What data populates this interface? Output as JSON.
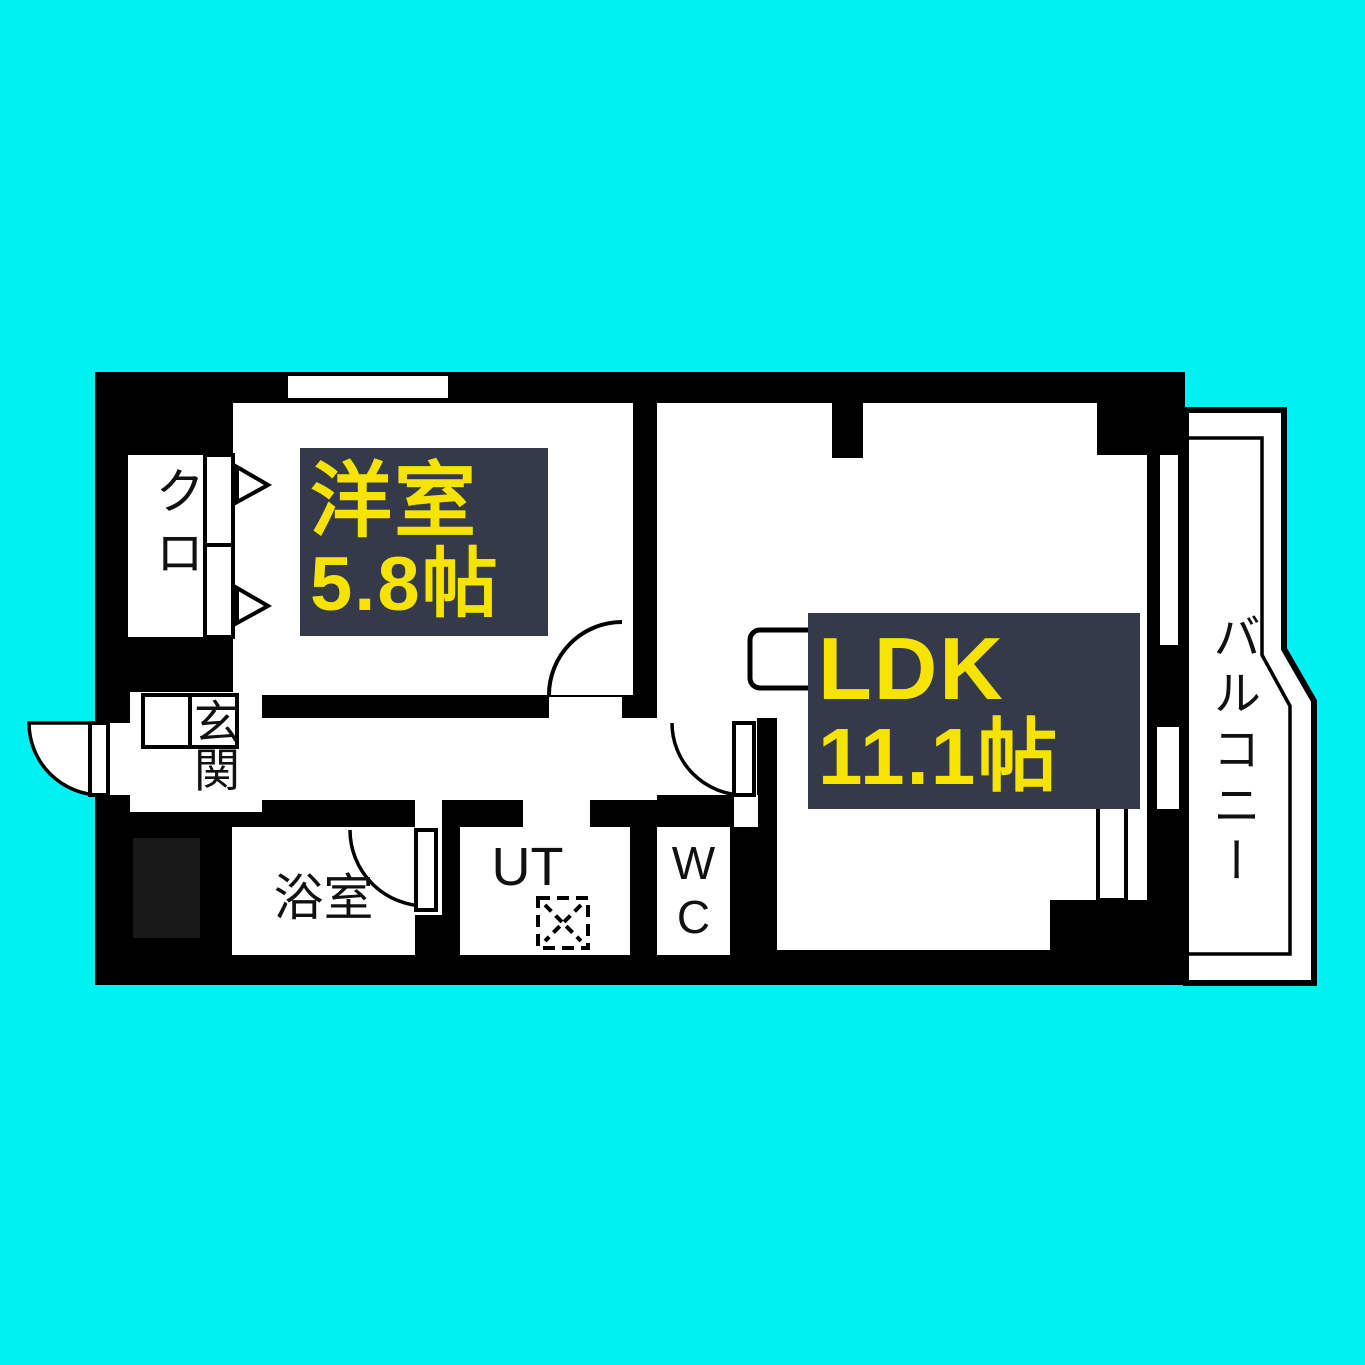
{
  "plan": {
    "type": "apartment-floorplan",
    "rooms": {
      "western_room": {
        "name": "洋室",
        "size": "5.8帖"
      },
      "ldk": {
        "name": "LDK",
        "size": "11.1帖"
      },
      "closet": {
        "name": "クロ"
      },
      "entrance": {
        "name": "玄関"
      },
      "bathroom": {
        "name": "浴室"
      },
      "utility": {
        "name": "UT"
      },
      "toilet": {
        "name": "W\nC"
      },
      "balcony": {
        "name": "バルコニー"
      }
    },
    "colors": {
      "background": "#00f1f1",
      "wall": "#000000",
      "floor": "#ffffff",
      "label_box": "#343a4a",
      "label_text": "#f6e400"
    }
  }
}
